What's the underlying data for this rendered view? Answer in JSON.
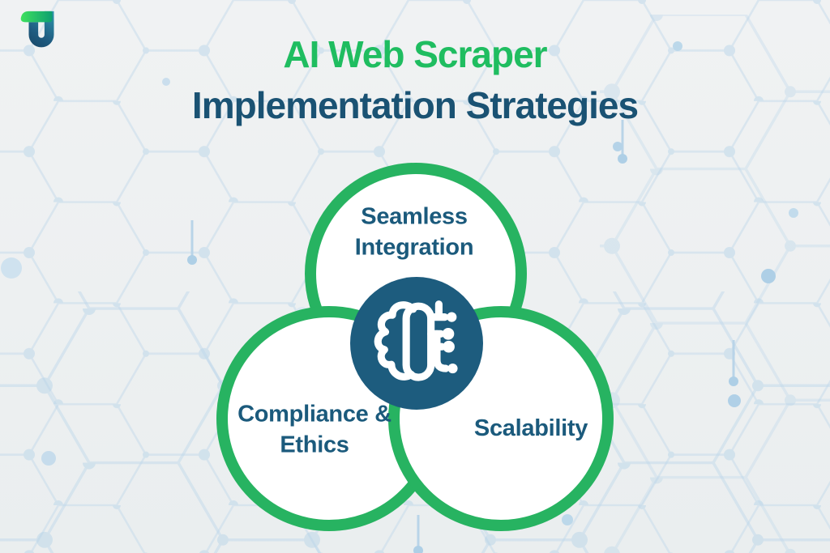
{
  "header": {
    "title_line1": "AI Web Scraper",
    "title_line2": "Implementation Strategies"
  },
  "logo": {
    "icon": "tu-monogram-icon",
    "green": "#2ed563",
    "teal": "#0d9f70",
    "blue_light": "#2f97ad",
    "blue_dark": "#16405f"
  },
  "diagram": {
    "type": "venn",
    "center_icon": "brain-circuit-icon",
    "circles": [
      {
        "id": "seamless-integration",
        "label": "Seamless Integration",
        "position": "top"
      },
      {
        "id": "compliance-ethics",
        "label": "Compliance & Ethics",
        "position": "bottom-left"
      },
      {
        "id": "scalability",
        "label": "Scalability",
        "position": "bottom-right"
      }
    ]
  },
  "colors": {
    "background": "#eef1f2",
    "hex_pattern_line": "#c3d9ea",
    "hex_pattern_node": "#b7d4e8",
    "accent_green": "#1fbd60",
    "circle_border_green": "#27b361",
    "circle_fill": "#ffffff",
    "title_dark_blue": "#1a5273",
    "label_blue": "#1b5a7c",
    "center_circle_blue": "#1d5c7e",
    "icon_white": "#ffffff"
  }
}
